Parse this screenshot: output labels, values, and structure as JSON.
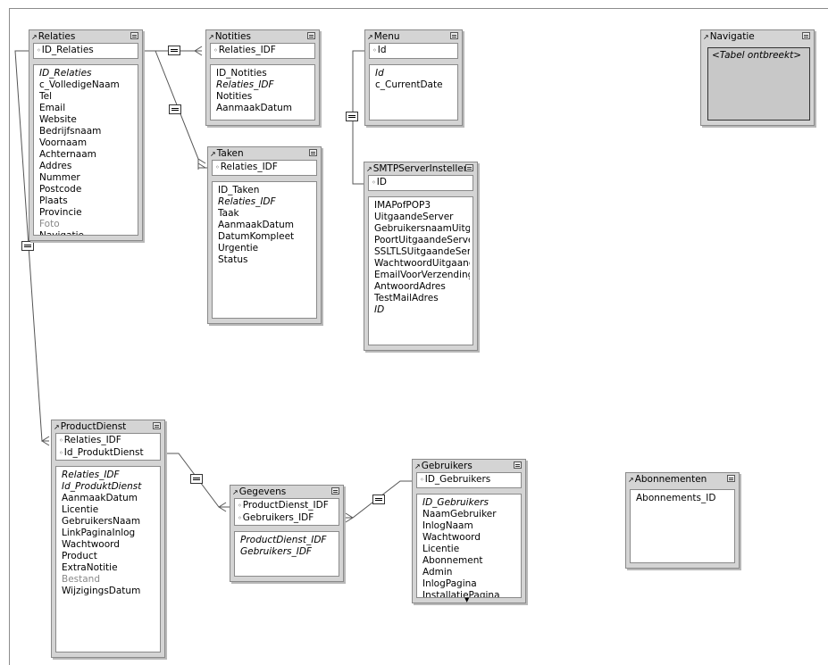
{
  "tables": {
    "relaties": {
      "title": "Relaties",
      "keys": [
        "ID_Relaties"
      ],
      "fields": [
        {
          "name": "ID_Relaties",
          "style": "it"
        },
        {
          "name": "c_VolledigeNaam",
          "style": ""
        },
        {
          "name": "Tel",
          "style": ""
        },
        {
          "name": "Email",
          "style": ""
        },
        {
          "name": "Website",
          "style": ""
        },
        {
          "name": "Bedrijfsnaam",
          "style": ""
        },
        {
          "name": "Voornaam",
          "style": ""
        },
        {
          "name": "Achternaam",
          "style": ""
        },
        {
          "name": "Addres",
          "style": ""
        },
        {
          "name": "Nummer",
          "style": ""
        },
        {
          "name": "Postcode",
          "style": ""
        },
        {
          "name": "Plaats",
          "style": ""
        },
        {
          "name": "Provincie",
          "style": ""
        },
        {
          "name": "Foto",
          "style": "gray"
        },
        {
          "name": "Navigatie",
          "style": ""
        }
      ]
    },
    "notities": {
      "title": "Notities",
      "keys": [
        "Relaties_IDF"
      ],
      "fields": [
        {
          "name": "ID_Notities",
          "style": ""
        },
        {
          "name": "Relaties_IDF",
          "style": "it"
        },
        {
          "name": "Notities",
          "style": ""
        },
        {
          "name": "AanmaakDatum",
          "style": ""
        }
      ]
    },
    "taken": {
      "title": "Taken",
      "keys": [
        "Relaties_IDF"
      ],
      "fields": [
        {
          "name": "ID_Taken",
          "style": ""
        },
        {
          "name": "Relaties_IDF",
          "style": "it"
        },
        {
          "name": "Taak",
          "style": ""
        },
        {
          "name": "AanmaakDatum",
          "style": ""
        },
        {
          "name": "DatumKompleet",
          "style": ""
        },
        {
          "name": "Urgentie",
          "style": ""
        },
        {
          "name": "Status",
          "style": ""
        }
      ]
    },
    "menu": {
      "title": "Menu",
      "keys": [
        "Id"
      ],
      "fields": [
        {
          "name": "Id",
          "style": "it"
        },
        {
          "name": "c_CurrentDate",
          "style": ""
        }
      ]
    },
    "smtp": {
      "title": "SMTPServerInstellen",
      "keys": [
        "ID"
      ],
      "fields": [
        {
          "name": "IMAPofPOP3",
          "style": ""
        },
        {
          "name": "UitgaandeServer",
          "style": ""
        },
        {
          "name": "GebruikersnaamUitgaandeServer",
          "style": ""
        },
        {
          "name": "PoortUitgaandeServer",
          "style": ""
        },
        {
          "name": "SSLTLSUitgaandeServer",
          "style": ""
        },
        {
          "name": "WachtwoordUitgaand",
          "style": ""
        },
        {
          "name": "EmailVoorVerzending",
          "style": ""
        },
        {
          "name": "AntwoordAdres",
          "style": ""
        },
        {
          "name": "TestMailAdres",
          "style": ""
        },
        {
          "name": "ID",
          "style": "it"
        }
      ]
    },
    "navigatie": {
      "title": "Navigatie",
      "placeholder": "<Tabel ontbreekt>"
    },
    "productdienst": {
      "title": "ProductDienst",
      "keys": [
        "Relaties_IDF",
        "Id_ProduktDienst"
      ],
      "fields": [
        {
          "name": "Relaties_IDF",
          "style": "it"
        },
        {
          "name": "Id_ProduktDienst",
          "style": "it"
        },
        {
          "name": "AanmaakDatum",
          "style": ""
        },
        {
          "name": "Licentie",
          "style": ""
        },
        {
          "name": "GebruikersNaam",
          "style": ""
        },
        {
          "name": "LinkPaginaInlog",
          "style": ""
        },
        {
          "name": "Wachtwoord",
          "style": ""
        },
        {
          "name": "Product",
          "style": ""
        },
        {
          "name": "ExtraNotitie",
          "style": ""
        },
        {
          "name": "Bestand",
          "style": "gray"
        },
        {
          "name": "WijzigingsDatum",
          "style": ""
        }
      ]
    },
    "gegevens": {
      "title": "Gegevens",
      "keys": [
        "ProductDienst_IDF",
        "Gebruikers_IDF"
      ],
      "fields": [
        {
          "name": "ProductDienst_IDF",
          "style": "it"
        },
        {
          "name": "Gebruikers_IDF",
          "style": "it"
        }
      ]
    },
    "gebruikers": {
      "title": "Gebruikers",
      "keys": [
        "ID_Gebruikers"
      ],
      "fields": [
        {
          "name": "ID_Gebruikers",
          "style": "it"
        },
        {
          "name": "NaamGebruiker",
          "style": ""
        },
        {
          "name": "InlogNaam",
          "style": ""
        },
        {
          "name": "Wachtwoord",
          "style": ""
        },
        {
          "name": "Licentie",
          "style": ""
        },
        {
          "name": "Abonnement",
          "style": ""
        },
        {
          "name": "Admin",
          "style": ""
        },
        {
          "name": "InlogPagina",
          "style": ""
        },
        {
          "name": "InstallatiePagina",
          "style": ""
        }
      ]
    },
    "abonnementen": {
      "title": "Abonnementen",
      "keys": [],
      "fields": [
        {
          "name": "Abonnements_ID",
          "style": ""
        }
      ]
    }
  },
  "relationships": [
    {
      "from": "Relaties.ID_Relaties",
      "to": "Notities.Relaties_IDF",
      "operator": "="
    },
    {
      "from": "Relaties.ID_Relaties",
      "to": "Taken.Relaties_IDF",
      "operator": "="
    },
    {
      "from": "Relaties.ID_Relaties",
      "to": "ProductDienst.Relaties_IDF",
      "operator": "="
    },
    {
      "from": "Menu.Id",
      "to": "SMTPServerInstellen.ID",
      "operator": "="
    },
    {
      "from": "ProductDienst.Id_ProduktDienst",
      "to": "Gegevens.ProductDienst_IDF",
      "operator": "="
    },
    {
      "from": "Gebruikers.ID_Gebruikers",
      "to": "Gegevens.Gebruikers_IDF",
      "operator": "="
    }
  ]
}
